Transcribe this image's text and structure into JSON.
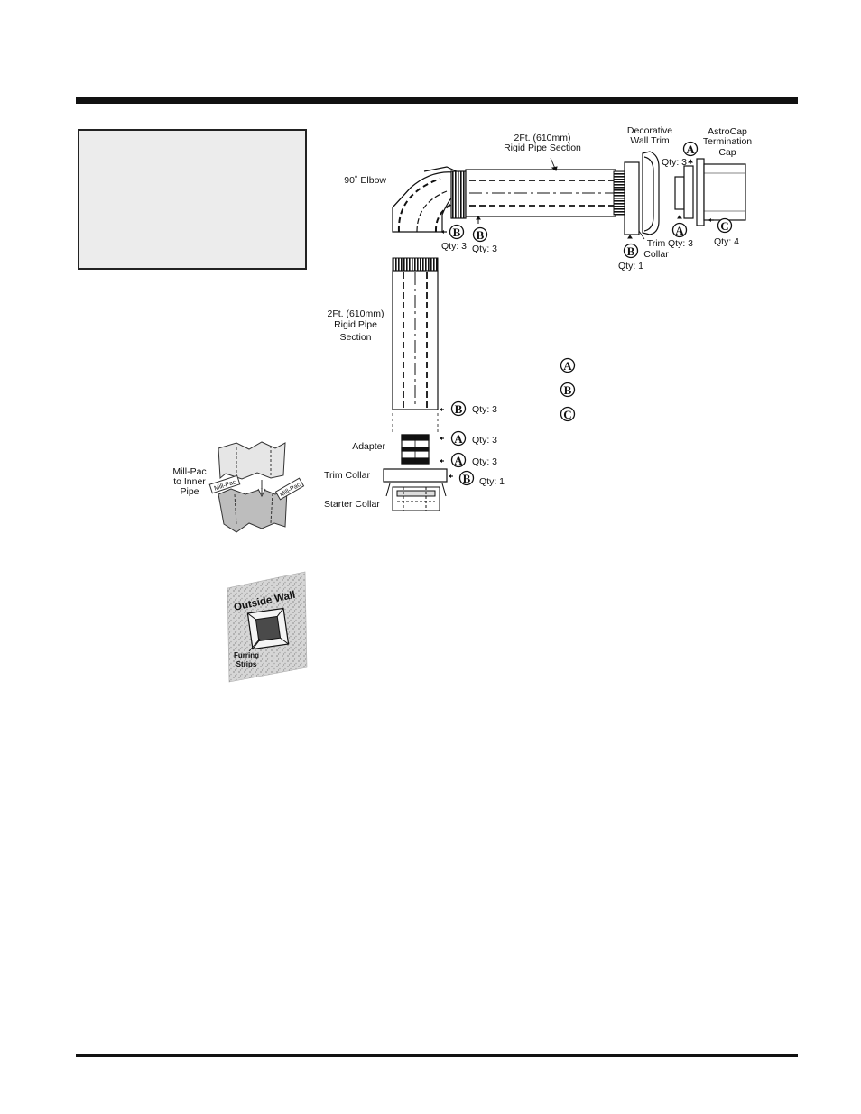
{
  "elbow": {
    "label": "90˚ Elbow"
  },
  "pipe_horizontal": {
    "line1": "2Ft. (610mm)",
    "line2": "Rigid Pipe Section"
  },
  "pipe_vertical": {
    "line1": "2Ft. (610mm)",
    "line2": "Rigid Pipe",
    "line3": "Section"
  },
  "wall_trim": {
    "line1": "Decorative",
    "line2": "Wall Trim"
  },
  "astrocap": {
    "line1": "AstroCap",
    "line2": "Termination",
    "line3": "Cap"
  },
  "trim_collar_h": {
    "line1": "Trim",
    "line2": "Collar"
  },
  "adapter_label": "Adapter",
  "trim_collar_v": "Trim Collar",
  "starter_collar": "Starter Collar",
  "qty": {
    "elbow_b": "Qty: 3",
    "pipe_b": "Qty: 3",
    "trim_b": "Qty: 1",
    "collar_a": "Qty: 3",
    "wall_a": "Qty: 3",
    "cap_c": "Qty: 4",
    "vpipe_b": "Qty: 3",
    "adapter_a1": "Qty: 3",
    "adapter_a2": "Qty: 3",
    "trim_v_b": "Qty: 1"
  },
  "letters": {
    "a": "A",
    "b": "B",
    "c": "C"
  },
  "millpac": {
    "line1": "Mill-Pac",
    "line2": "to Inner",
    "line3": "Pipe",
    "tube_text": "Mill-Pac"
  },
  "wall_illus": {
    "title": "Outside Wall",
    "line1": "Furring",
    "line2": "Strips"
  },
  "colors": {
    "ink": "#111111",
    "box_fill": "#ececec",
    "pipe_fill": "#ffffff",
    "wall_fill": "#dcdcdc"
  }
}
